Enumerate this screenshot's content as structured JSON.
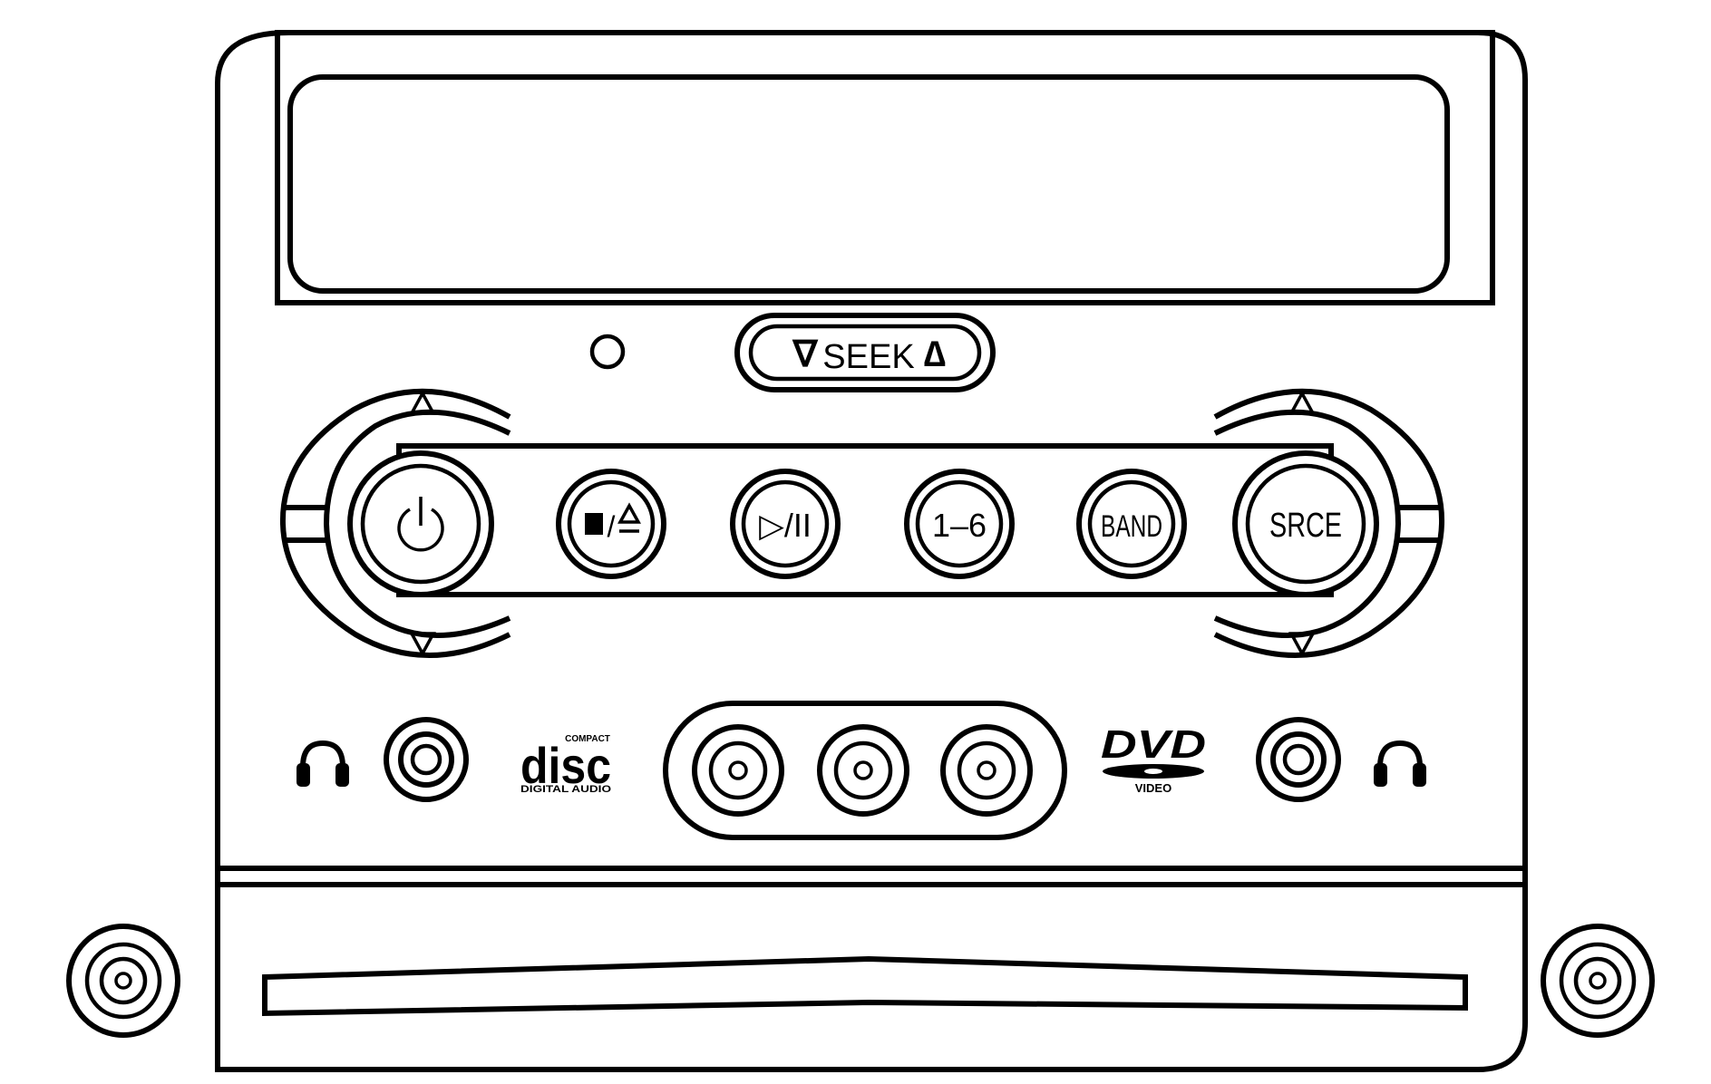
{
  "device": "dvd-player-panel",
  "seek": {
    "down_arrow": "∇",
    "label": "SEEK",
    "up_arrow": "∆"
  },
  "buttons": {
    "power": "⏻",
    "stop_eject_stop": "■",
    "stop_eject_sep": "/",
    "play_pause": "▷/II",
    "presets": "1–6",
    "band": "BAND",
    "source": "SRCE"
  },
  "logos": {
    "compact_disc": {
      "small_top": "COMPACT",
      "main": "disc",
      "bottom": "DIGITAL AUDIO"
    },
    "dvd": {
      "main": "DVD",
      "bottom": "VIDEO"
    }
  },
  "icons": {
    "headphone": "headphone-icon",
    "up_triangle": "up-triangle-icon",
    "down_triangle": "down-triangle-icon"
  }
}
